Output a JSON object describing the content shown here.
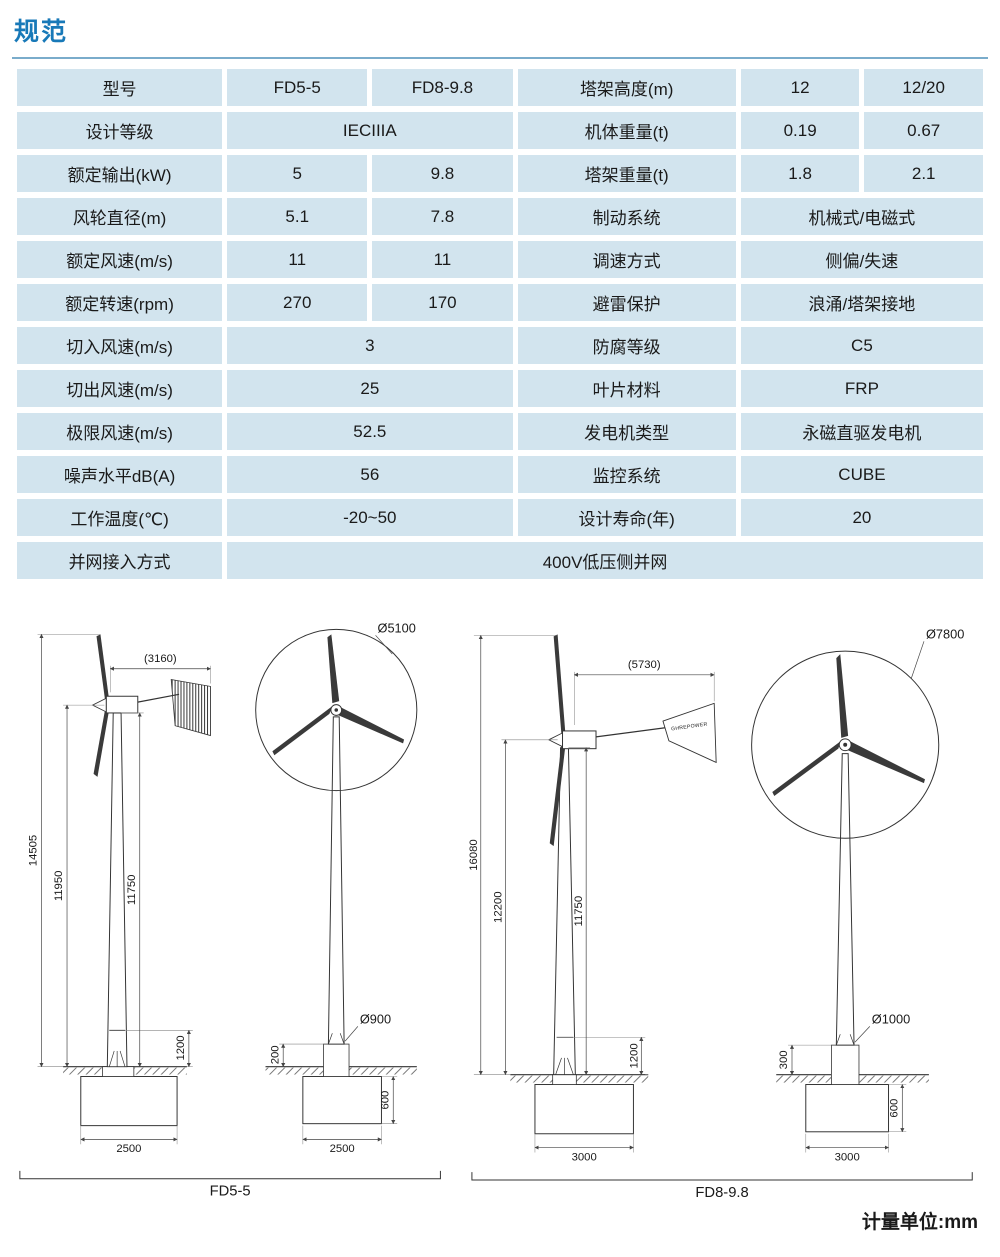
{
  "header": {
    "title": "规范"
  },
  "colors": {
    "accent_blue": "#1879b8",
    "rule_blue": "#7aaccb",
    "cell_bg": "#d2e4ee",
    "ink": "#1a1a1a",
    "drawing_line": "#333333"
  },
  "spec_table": {
    "rows": [
      {
        "left_label": "型号",
        "left_values": [
          "FD5-5",
          "FD8-9.8"
        ],
        "right_label": "塔架高度(m)",
        "right_values": [
          "12",
          "12/20"
        ]
      },
      {
        "left_label": "设计等级",
        "left_values": [
          "IECIIIA"
        ],
        "right_label": "机体重量(t)",
        "right_values": [
          "0.19",
          "0.67"
        ]
      },
      {
        "left_label": "额定输出(kW)",
        "left_values": [
          "5",
          "9.8"
        ],
        "right_label": "塔架重量(t)",
        "right_values": [
          "1.8",
          "2.1"
        ]
      },
      {
        "left_label": "风轮直径(m)",
        "left_values": [
          "5.1",
          "7.8"
        ],
        "right_label": "制动系统",
        "right_values": [
          "机械式/电磁式"
        ]
      },
      {
        "left_label": "额定风速(m/s)",
        "left_values": [
          "11",
          "11"
        ],
        "right_label": "调速方式",
        "right_values": [
          "侧偏/失速"
        ]
      },
      {
        "left_label": "额定转速(rpm)",
        "left_values": [
          "270",
          "170"
        ],
        "right_label": "避雷保护",
        "right_values": [
          "浪涌/塔架接地"
        ]
      },
      {
        "left_label": "切入风速(m/s)",
        "left_values": [
          "3"
        ],
        "right_label": "防腐等级",
        "right_values": [
          "C5"
        ]
      },
      {
        "left_label": "切出风速(m/s)",
        "left_values": [
          "25"
        ],
        "right_label": "叶片材料",
        "right_values": [
          "FRP"
        ]
      },
      {
        "left_label": "极限风速(m/s)",
        "left_values": [
          "52.5"
        ],
        "right_label": "发电机类型",
        "right_values": [
          "永磁直驱发电机"
        ]
      },
      {
        "left_label": "噪声水平dB(A)",
        "left_values": [
          "56"
        ],
        "right_label": "监控系统",
        "right_values": [
          "CUBE"
        ]
      },
      {
        "left_label": "工作温度(℃)",
        "left_values": [
          "-20~50"
        ],
        "right_label": "设计寿命(年)",
        "right_values": [
          "20"
        ]
      },
      {
        "left_label": "并网接入方式",
        "left_values": [
          "400V低压侧并网"
        ]
      }
    ]
  },
  "drawings": {
    "fd5_5": {
      "label": "FD5-5",
      "side": {
        "nacelle_length": "(3160)",
        "total_height": "14505",
        "hub_height": "11950",
        "tower_height": "11750",
        "pedestal_height": "1200",
        "foundation_width": "2500"
      },
      "front": {
        "rotor_diameter": "Ø5100",
        "pedestal_above_ground": "200",
        "tower_base_diameter": "Ø900",
        "foundation_depth": "600",
        "foundation_width": "2500"
      }
    },
    "fd8_9_8": {
      "label": "FD8-9.8",
      "tail_text": "GHREPOWER",
      "side": {
        "nacelle_length": "(5730)",
        "total_height": "16080",
        "hub_height": "12200",
        "tower_height": "11750",
        "pedestal_height": "1200",
        "foundation_width": "3000"
      },
      "front": {
        "rotor_diameter": "Ø7800",
        "pedestal_above_ground": "300",
        "tower_base_diameter": "Ø1000",
        "foundation_depth": "600",
        "foundation_width": "3000"
      }
    },
    "unit_note": "计量单位:mm"
  }
}
